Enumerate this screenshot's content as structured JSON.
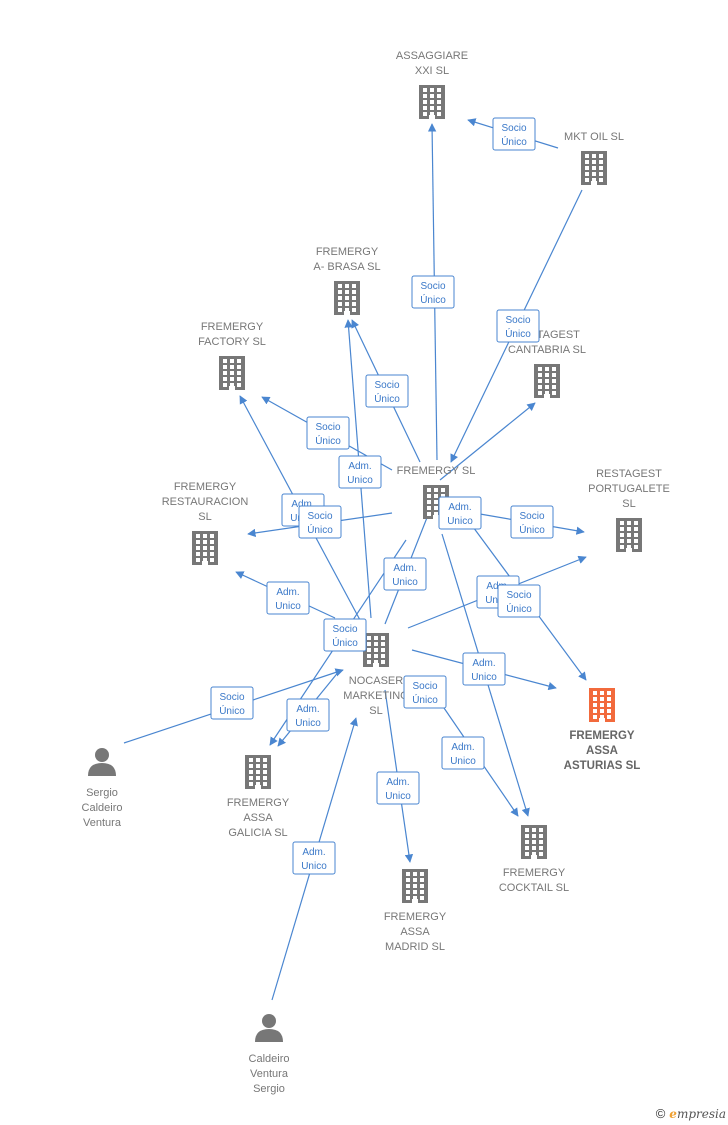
{
  "nodes": [
    {
      "id": "assaggiare",
      "label": [
        "ASSAGGIARE",
        "XXI  SL"
      ],
      "type": "company"
    },
    {
      "id": "mktoil",
      "label": [
        "MKT OIL  SL"
      ],
      "type": "company"
    },
    {
      "id": "brasa",
      "label": [
        "FREMERGY",
        "A- BRASA  SL"
      ],
      "type": "company"
    },
    {
      "id": "factory",
      "label": [
        "FREMERGY",
        "FACTORY  SL"
      ],
      "type": "company"
    },
    {
      "id": "cantabria",
      "label": [
        "RESTAGEST",
        "CANTABRIA  SL"
      ],
      "type": "company"
    },
    {
      "id": "fremergy",
      "label": [
        "FREMERGY  SL"
      ],
      "type": "company"
    },
    {
      "id": "restauracion",
      "label": [
        "FREMERGY",
        "RESTAURACION",
        "SL"
      ],
      "type": "company"
    },
    {
      "id": "portugalete",
      "label": [
        "RESTAGEST",
        "PORTUGALETE",
        "SL"
      ],
      "type": "company"
    },
    {
      "id": "nocaser",
      "label": [
        "NOCASER",
        "MARKETING",
        "SL"
      ],
      "type": "company"
    },
    {
      "id": "asturias",
      "label": [
        "FREMERGY",
        "ASSA",
        "ASTURIAS  SL"
      ],
      "type": "company",
      "highlight": true
    },
    {
      "id": "galicia",
      "label": [
        "FREMERGY",
        "ASSA",
        "GALICIA  SL"
      ],
      "type": "company"
    },
    {
      "id": "cocktail",
      "label": [
        "FREMERGY",
        "COCKTAIL  SL"
      ],
      "type": "company"
    },
    {
      "id": "madrid",
      "label": [
        "FREMERGY",
        "ASSA",
        "MADRID  SL"
      ],
      "type": "company"
    },
    {
      "id": "sergio1",
      "label": [
        "Sergio",
        "Caldeiro",
        "Ventura"
      ],
      "type": "person"
    },
    {
      "id": "sergio2",
      "label": [
        "Caldeiro",
        "Ventura",
        "Sergio"
      ],
      "type": "person"
    }
  ],
  "edges": [
    {
      "from": "mktoil",
      "to": "assaggiare",
      "label": [
        "Socio",
        "Único"
      ]
    },
    {
      "from": "fremergy",
      "to": "assaggiare",
      "label": [
        "Socio",
        "Único"
      ]
    },
    {
      "from": "mktoil",
      "to": "fremergy",
      "label": [
        "Socio",
        "Único"
      ]
    },
    {
      "from": "fremergy",
      "to": "brasa",
      "label": [
        "Socio",
        "Único"
      ]
    },
    {
      "from": "fremergy",
      "to": "factory",
      "label": [
        "Socio",
        "Único"
      ]
    },
    {
      "from": "nocaser",
      "to": "brasa",
      "label": [
        "Adm.",
        "Unico"
      ]
    },
    {
      "from": "fremergy",
      "to": "cantabria",
      "label": [
        "Adm.",
        "Unico"
      ]
    },
    {
      "from": "nocaser",
      "to": "factory",
      "label": [
        "Adm.",
        "Unico"
      ]
    },
    {
      "from": "fremergy",
      "to": "restauracion",
      "label": [
        "Socio",
        "Único"
      ]
    },
    {
      "from": "fremergy",
      "to": "portugalete",
      "label": [
        "Socio",
        "Único"
      ]
    },
    {
      "from": "nocaser",
      "to": "fremergy",
      "label": [
        "Adm.",
        "Unico"
      ]
    },
    {
      "from": "nocaser",
      "to": "restauracion",
      "label": [
        "Adm.",
        "Unico"
      ]
    },
    {
      "from": "nocaser",
      "to": "portugalete",
      "label": [
        "Adm.",
        "Unico"
      ]
    },
    {
      "from": "fremergy",
      "to": "asturias",
      "label": [
        "Socio",
        "Único"
      ]
    },
    {
      "from": "fremergy",
      "to": "galicia",
      "label": [
        "Socio",
        "Único"
      ]
    },
    {
      "from": "nocaser",
      "to": "asturias",
      "label": [
        "Adm.",
        "Unico"
      ]
    },
    {
      "from": "sergio1",
      "to": "nocaser",
      "label": [
        "Socio",
        "Único"
      ]
    },
    {
      "from": "nocaser",
      "to": "galicia",
      "label": [
        "Adm.",
        "Unico"
      ]
    },
    {
      "from": "fremergy",
      "to": "cocktail",
      "label": [
        "Socio",
        "Único"
      ]
    },
    {
      "from": "nocaser",
      "to": "cocktail",
      "label": [
        "Adm.",
        "Unico"
      ]
    },
    {
      "from": "nocaser",
      "to": "madrid",
      "label": [
        "Adm.",
        "Unico"
      ]
    },
    {
      "from": "sergio2",
      "to": "nocaser",
      "label": [
        "Adm.",
        "Unico"
      ]
    }
  ],
  "colors": {
    "edge": "#4a86d0",
    "company": "#777777",
    "highlight": "#f26a3c",
    "person": "#777777"
  },
  "footer": {
    "copyright": "©",
    "brand_initial": "e",
    "brand_rest": "mpresia"
  }
}
